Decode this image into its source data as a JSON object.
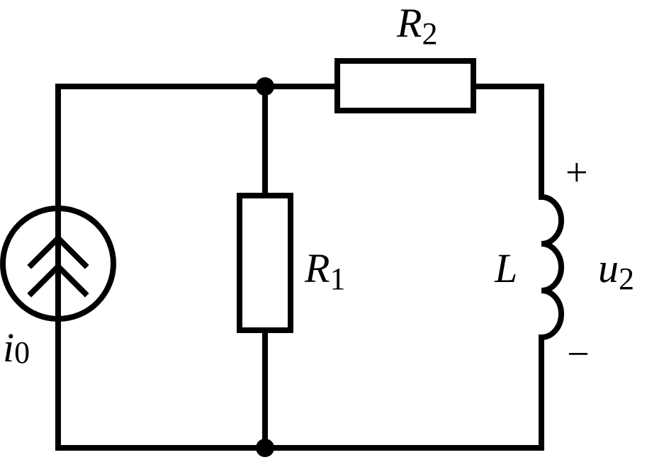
{
  "labels": {
    "i0": {
      "main": "i",
      "sub": "0"
    },
    "R1": {
      "main": "R",
      "sub": "1"
    },
    "R2": {
      "main": "R",
      "sub": "2"
    },
    "L": {
      "main": "L"
    },
    "u2": {
      "main": "u",
      "sub": "2"
    },
    "plus": "+",
    "minus": "−"
  }
}
